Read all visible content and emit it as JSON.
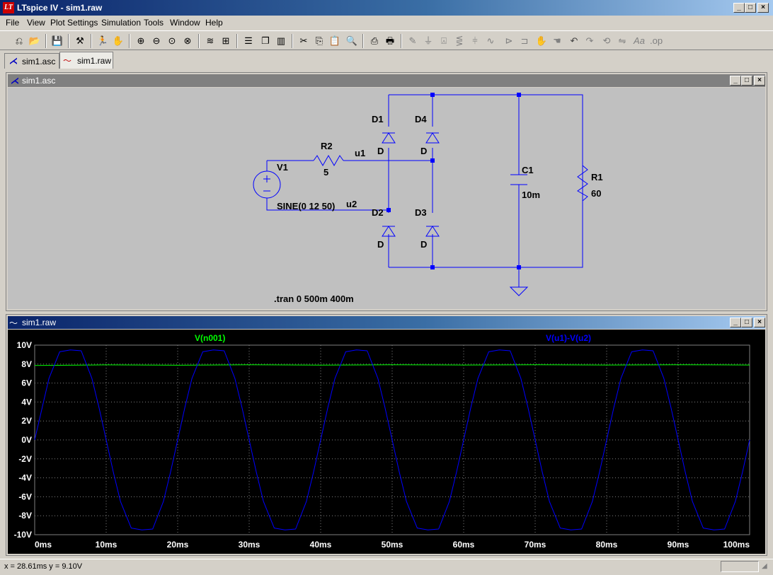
{
  "window": {
    "title": "LTspice IV - sim1.raw",
    "app_icon_text": "LT"
  },
  "menu": [
    "File",
    "View",
    "Plot Settings",
    "Simulation",
    "Tools",
    "Window",
    "Help"
  ],
  "toolbar_icons": [
    "new-schematic-icon",
    "open-icon",
    "save-icon",
    "control-panel-icon",
    "run-icon",
    "halt-icon",
    "zoom-in-icon",
    "zoom-out-icon",
    "zoom-fit-icon",
    "zoom-cancel-icon",
    "autorange-icon",
    "mark-unref-icon",
    "tile-horizontal-icon",
    "cascade-icon",
    "tile-vertical-icon",
    "cut-icon",
    "copy-icon",
    "paste-icon",
    "find-icon",
    "print-setup-icon",
    "print-icon",
    "wire-icon",
    "ground-icon",
    "label-net-icon",
    "resistor-icon",
    "capacitor-icon",
    "inductor-icon",
    "diode-icon",
    "component-icon",
    "move-icon",
    "drag-icon",
    "undo-icon",
    "redo-icon",
    "rotate-icon",
    "mirror-icon",
    "text-icon",
    "spice-directive-icon"
  ],
  "tabs": [
    {
      "label": "sim1.asc",
      "icon": "schematic-icon"
    },
    {
      "label": "sim1.raw",
      "icon": "waveform-icon"
    }
  ],
  "schematic": {
    "title": "sim1.asc",
    "labels": {
      "d1": "D1",
      "d1_model": "D",
      "d4": "D4",
      "d4_model": "D",
      "d2": "D2",
      "d2_model": "D",
      "d3": "D3",
      "d3_model": "D",
      "r2": "R2",
      "r2_val": "5",
      "v1": "V1",
      "v1_val": "SINE(0 12 50)",
      "u1": "u1",
      "u2": "u2",
      "c1": "C1",
      "c1_val": "10m",
      "r1": "R1",
      "r1_val": "60",
      "directive": ".tran 0 500m 400m"
    }
  },
  "plot": {
    "title": "sim1.raw",
    "colors": {
      "background": "#000000",
      "grid": "#808080",
      "axis_text": "#ffffff",
      "green": "#00ff00",
      "blue": "#0000ff"
    }
  },
  "chart_data": {
    "type": "line",
    "xlabel": "",
    "ylabel": "",
    "xlim": [
      0,
      100
    ],
    "ylim": [
      -10,
      10
    ],
    "x_ticks": [
      "0ms",
      "10ms",
      "20ms",
      "30ms",
      "40ms",
      "50ms",
      "60ms",
      "70ms",
      "80ms",
      "90ms",
      "100ms"
    ],
    "y_ticks": [
      "10V",
      "8V",
      "6V",
      "4V",
      "2V",
      "0V",
      "-2V",
      "-4V",
      "-6V",
      "-8V",
      "-10V"
    ],
    "series": [
      {
        "name": "V(n001)",
        "color": "#00ff00",
        "x": [
          0,
          10,
          20,
          30,
          40,
          50,
          60,
          70,
          80,
          90,
          100
        ],
        "y": [
          7.85,
          7.92,
          7.88,
          7.93,
          7.89,
          7.93,
          7.9,
          7.93,
          7.9,
          7.93,
          7.9
        ]
      },
      {
        "name": "V(u1)-V(u2)",
        "color": "#0000ff",
        "x": [
          0,
          2,
          3.5,
          5,
          6.5,
          8,
          9,
          10,
          11,
          12,
          13.5,
          15,
          16.5,
          18,
          19,
          20,
          21,
          22,
          23.5,
          25,
          26.5,
          28,
          29,
          30,
          31,
          32,
          33.5,
          35,
          36.5,
          38,
          39,
          40,
          41,
          42,
          43.5,
          45,
          46.5,
          48,
          49,
          50,
          51,
          52,
          53.5,
          55,
          56.5,
          58,
          59,
          60,
          61,
          62,
          63.5,
          65,
          66.5,
          68,
          69,
          70,
          71,
          72,
          73.5,
          75,
          76.5,
          78,
          79,
          80,
          81,
          82,
          83.5,
          85,
          86.5,
          88,
          89,
          90,
          91,
          92,
          93.5,
          95,
          96.5,
          98,
          99,
          100
        ],
        "y": [
          0,
          6.5,
          9.3,
          9.5,
          9.4,
          6.5,
          3.4,
          0,
          -3.4,
          -6.5,
          -9.3,
          -9.5,
          -9.4,
          -6.5,
          -3.4,
          0,
          3.4,
          6.5,
          9.3,
          9.5,
          9.4,
          6.5,
          3.4,
          0,
          -3.4,
          -6.5,
          -9.3,
          -9.5,
          -9.4,
          -6.5,
          -3.4,
          0,
          3.4,
          6.5,
          9.3,
          9.5,
          9.4,
          6.5,
          3.4,
          0,
          -3.4,
          -6.5,
          -9.3,
          -9.5,
          -9.4,
          -6.5,
          -3.4,
          0,
          3.4,
          6.5,
          9.3,
          9.5,
          9.4,
          6.5,
          3.4,
          0,
          -3.4,
          -6.5,
          -9.3,
          -9.5,
          -9.4,
          -6.5,
          -3.4,
          0,
          3.4,
          6.5,
          9.3,
          9.5,
          9.4,
          6.5,
          3.4,
          0,
          -3.4,
          -6.5,
          -9.3,
          -9.5,
          -9.4,
          -6.5,
          -3.4,
          0
        ]
      }
    ]
  },
  "status": {
    "text": "x = 28.61ms   y = 9.10V"
  }
}
